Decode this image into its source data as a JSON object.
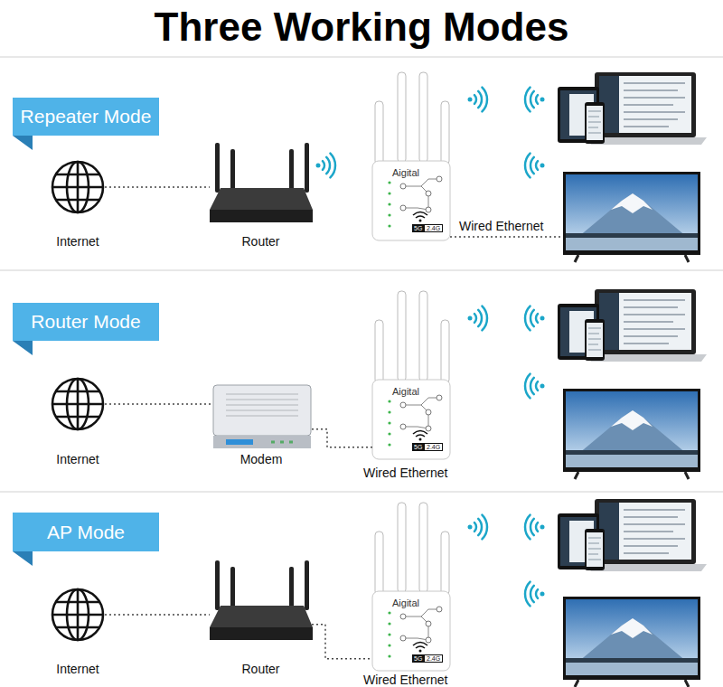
{
  "diagram": {
    "title": "Three Working Modes",
    "nodes": [
      {
        "text": [
          "Repeater Mode"
        ]
      },
      {
        "text": [
          "Internet"
        ]
      },
      {
        "text": [
          "Router"
        ]
      },
      {
        "text": [
          "Aigital",
          "5G",
          "2.4G"
        ]
      },
      {
        "text": [
          "Router Mode"
        ]
      },
      {
        "text": [
          "Internet"
        ]
      },
      {
        "text": [
          "Modem"
        ]
      },
      {
        "text": [
          "Aigital",
          "5G",
          "2.4G"
        ]
      },
      {
        "text": [
          "AP Mode"
        ]
      },
      {
        "text": [
          "Internet"
        ]
      },
      {
        "text": [
          "Router"
        ]
      },
      {
        "text": [
          "Aigital",
          "5G",
          "2.4G"
        ]
      }
    ],
    "edges": [
      {
        "from": 1,
        "to": 2,
        "arrow": "none"
      },
      {
        "from": 5,
        "to": 6,
        "arrow": "none"
      },
      {
        "from": 6,
        "to": 7,
        "label": "Wired Ethernet",
        "arrow": "none"
      },
      {
        "from": 9,
        "to": 10,
        "arrow": "none"
      },
      {
        "from": 10,
        "to": 11,
        "label": "Wired Ethernet",
        "arrow": "none"
      }
    ],
    "labels": [
      "Wired Ethernet"
    ]
  }
}
